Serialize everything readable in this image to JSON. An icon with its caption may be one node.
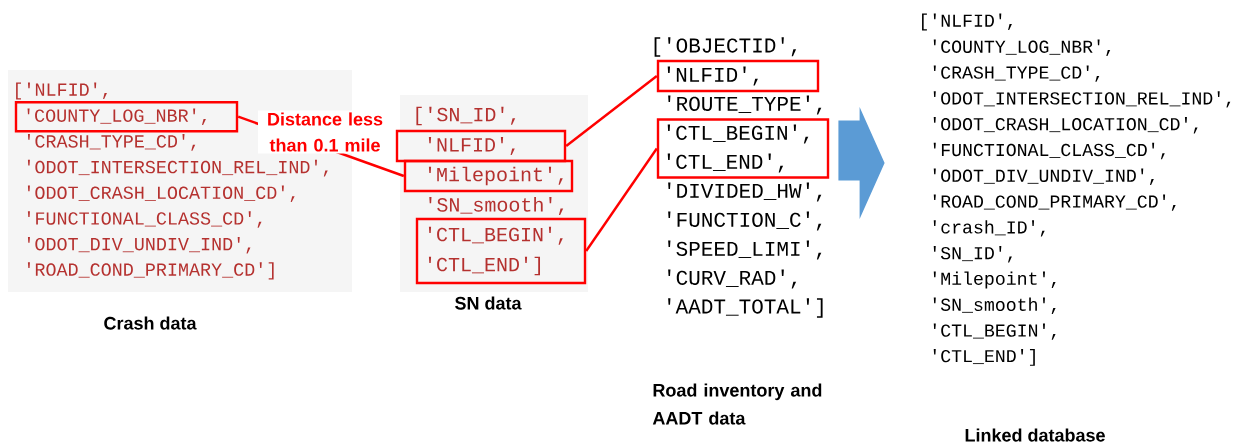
{
  "diagram": {
    "nodes": [
      {
        "text": [
          "['NLFID',",
          "'CRASH_TYPE_CD',",
          "'ODOT_INTERSECTION_REL_IND',",
          "'ODOT_CRASH_LOCATION_CD',",
          "'FUNCTIONAL_CLASS_CD',",
          "'ODOT_DIV_UNDIV_IND',",
          "'ROAD_COND_PRIMARY_CD']"
        ],
        "beside": [
          "Crash data"
        ]
      },
      {
        "text": [
          "'COUNTY_LOG_NBR',"
        ],
        "in": 0
      },
      {
        "text": [
          "['SN_ID',",
          "'SN_smooth',"
        ],
        "beside": [
          "SN data"
        ]
      },
      {
        "text": [
          "'NLFID',"
        ],
        "in": 2
      },
      {
        "text": [
          "'Milepoint',"
        ],
        "in": 2
      },
      {
        "text": [
          "'CTL_BEGIN',",
          "'CTL_END']"
        ],
        "in": 2
      },
      {
        "text": [
          "['OBJECTID',",
          "'ROUTE_TYPE',",
          "'DIVIDED_HW',",
          "'FUNCTION_C',",
          "'SPEED_LIMI',",
          "'CURV_RAD',",
          "'AADT_TOTAL']"
        ],
        "beside": [
          "Road inventory and AADT data"
        ]
      },
      {
        "text": [
          "'NLFID',"
        ],
        "in": 6
      },
      {
        "text": [
          "'CTL_BEGIN',",
          "'CTL_END',"
        ],
        "in": 6
      },
      {
        "text": [
          "['NLFID',",
          "'COUNTY_LOG_NBR',",
          "'CRASH_TYPE_CD',",
          "'ODOT_INTERSECTION_REL_IND',",
          "'ODOT_CRASH_LOCATION_CD',",
          "'FUNCTIONAL_CLASS_CD',",
          "'ODOT_DIV_UNDIV_IND',",
          "'ROAD_COND_PRIMARY_CD',",
          "'crash_ID',",
          "'SN_ID',",
          "'Milepoint',",
          "'SN_smooth',",
          "'CTL_BEGIN',",
          "'CTL_END']"
        ],
        "beside": [
          "Linked database"
        ]
      }
    ],
    "edges": [
      {
        "from": 1,
        "to": 4,
        "arrow": "none",
        "label": "Distance less than 0.1 mile"
      },
      {
        "from": 3,
        "to": 7,
        "arrow": "none"
      },
      {
        "from": 5,
        "to": 8,
        "arrow": "none"
      },
      {
        "from": 6,
        "to": 9,
        "arrow": "to",
        "style": "thick",
        "color": "#5b9bd5"
      }
    ]
  }
}
